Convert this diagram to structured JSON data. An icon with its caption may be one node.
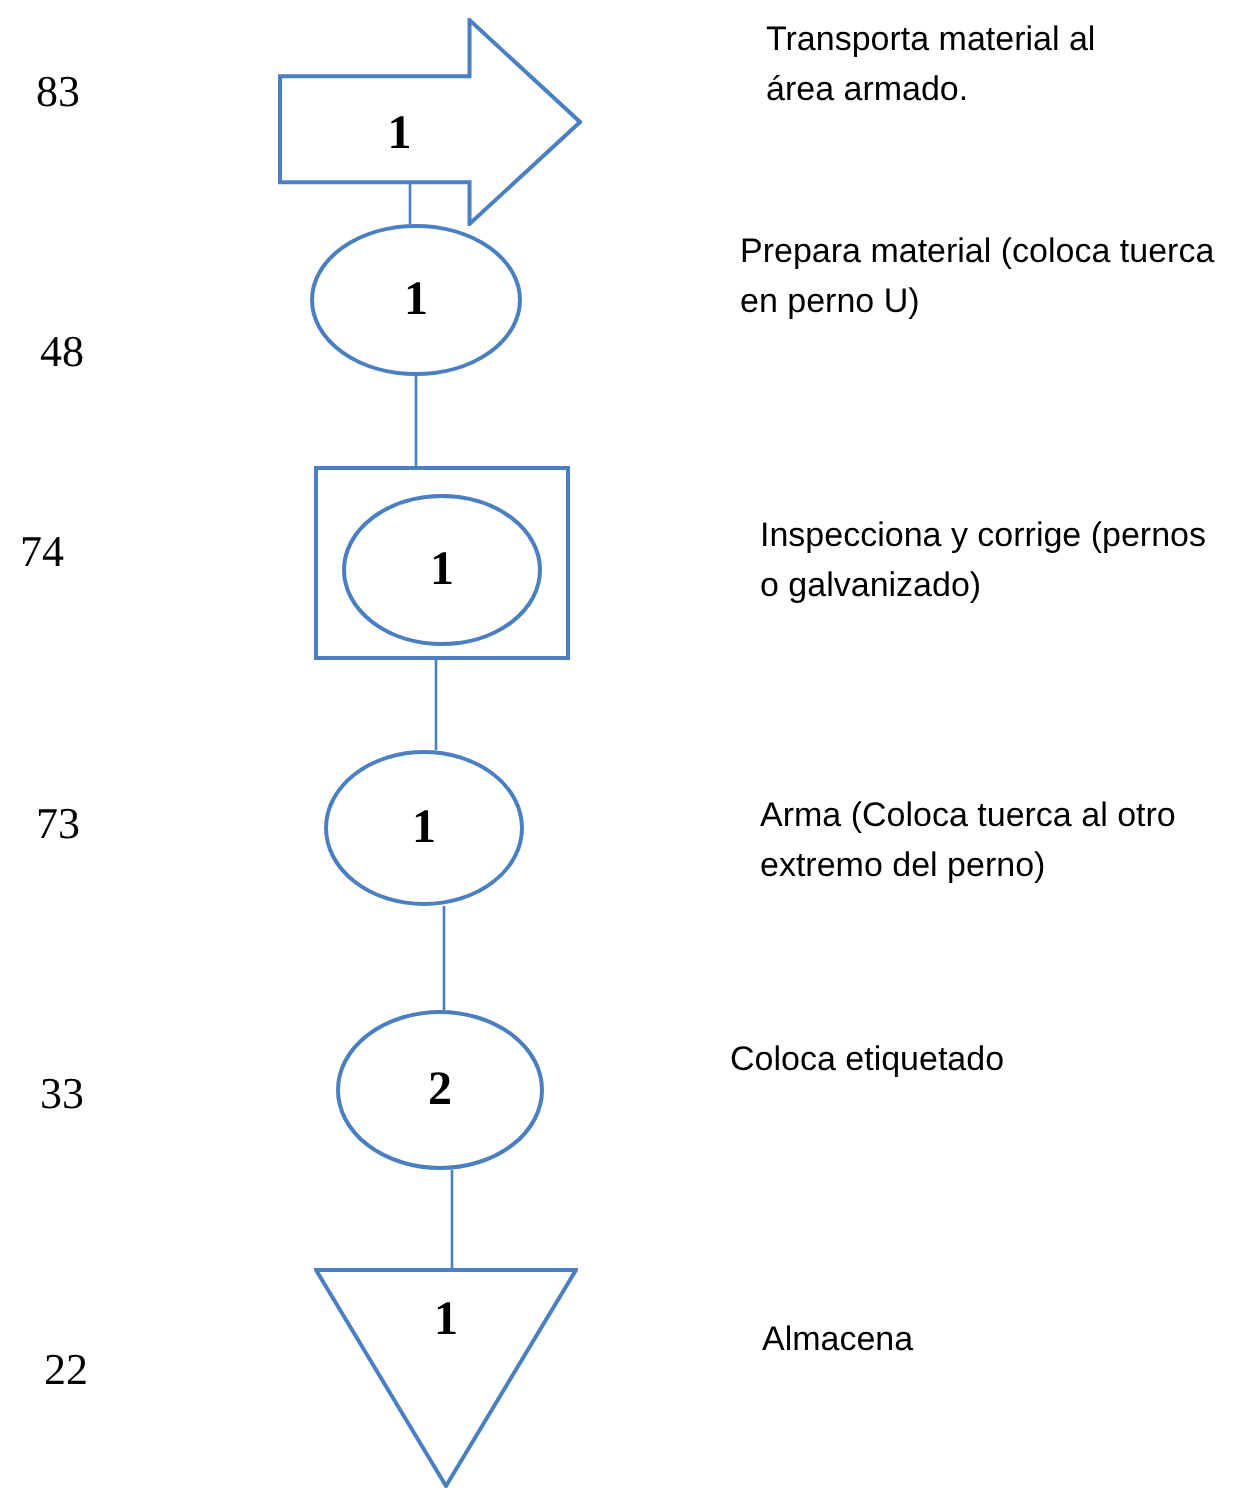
{
  "diagram": {
    "nodes": [
      {
        "text": [
          "1"
        ]
      },
      {
        "text": [
          "1"
        ]
      },
      {
        "text": [],
        "shape": "box"
      },
      {
        "text": [
          "1"
        ],
        "in": 2
      },
      {
        "text": [
          "1"
        ]
      },
      {
        "text": [
          "2"
        ]
      },
      {
        "text": [
          "1"
        ]
      }
    ],
    "edges": [
      {
        "from": 0,
        "to": 1,
        "arrow": "none"
      },
      {
        "from": 1,
        "to": 2,
        "arrow": "none"
      },
      {
        "from": 2,
        "to": 4,
        "arrow": "none"
      },
      {
        "from": 4,
        "to": 5,
        "arrow": "none"
      },
      {
        "from": 5,
        "to": 6,
        "arrow": "none"
      }
    ],
    "labels": [
      "83",
      "Transporta material al área armado.",
      "Prepara material (coloca tuerca en perno U)",
      "48",
      "74",
      "Inspecciona y corrige (pernos o galvanizado)",
      "73",
      "Arma (Coloca tuerca al otro extremo del perno)",
      "Coloca etiquetado",
      "33",
      "Almacena",
      "22"
    ]
  }
}
